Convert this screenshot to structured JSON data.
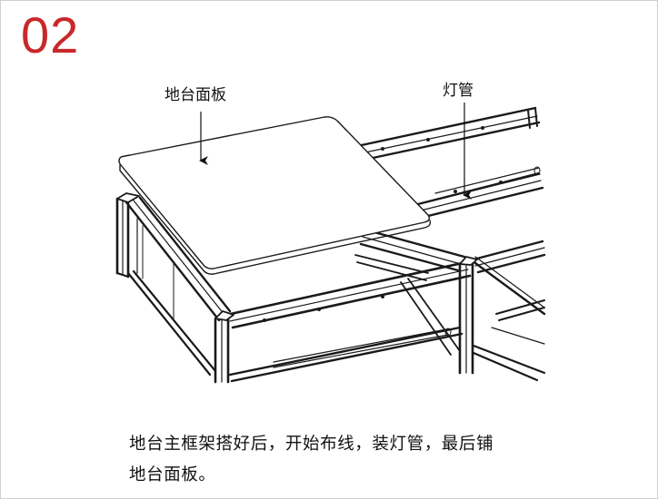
{
  "step": {
    "number": "02"
  },
  "diagram": {
    "labels": {
      "stage_panel": "地台面板",
      "light_tube": "灯管"
    }
  },
  "caption": {
    "line1": "地台主框架搭好后，开始布线，装灯管，最后铺",
    "line2": "地台面板。"
  },
  "colors": {
    "step_number": "#c8282a",
    "frame_border": "#cfcfcf",
    "drawing_ink": "#1a1a1a"
  }
}
